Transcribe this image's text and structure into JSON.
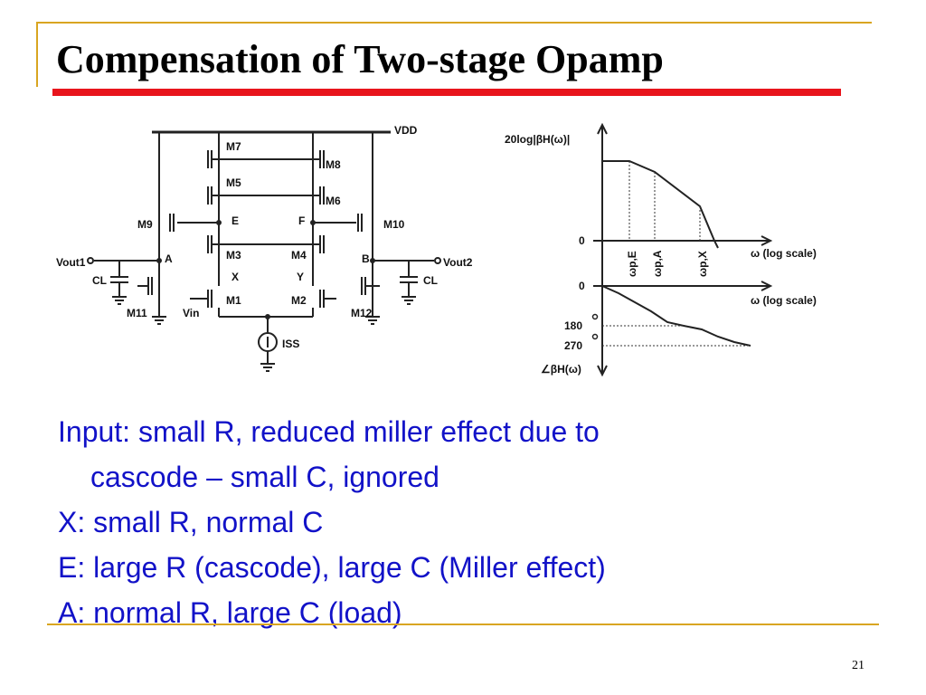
{
  "slide": {
    "title": "Compensation of Two-stage Opamp",
    "page_number": "21",
    "bullets": [
      "Input: small R, reduced miller effect due to",
      "cascode – small C, ignored",
      "X: small R, normal C",
      "E: large R (cascode), large C (Miller effect)",
      "A: normal R, large C (load)"
    ]
  },
  "circuit": {
    "vdd": "VDD",
    "transistors": [
      "M7",
      "M8",
      "M5",
      "M6",
      "M9",
      "M10",
      "M3",
      "M4",
      "M1",
      "M2",
      "M11",
      "M12"
    ],
    "nodes": [
      "E",
      "F",
      "A",
      "B",
      "X",
      "Y"
    ],
    "vout1": "Vout1",
    "vout2": "Vout2",
    "vin": "Vin",
    "cl_left": "CL",
    "cl_right": "CL",
    "iss": "ISS"
  },
  "bode": {
    "mag_label": "20log|βH(ω)|",
    "zero_mag": "0",
    "pole_labels": [
      "ωp,E",
      "ωp,A",
      "ωp,X"
    ],
    "x_label_1": "ω (log scale)",
    "zero_phase": "0",
    "x_label_2": "ω (log scale)",
    "deg_180": "180",
    "deg_270": "270",
    "phase_label": "∠βH(ω)"
  },
  "colors": {
    "accent_gold": "#d9a521",
    "title_underline": "#e8141c",
    "body_text": "#1212c8"
  }
}
